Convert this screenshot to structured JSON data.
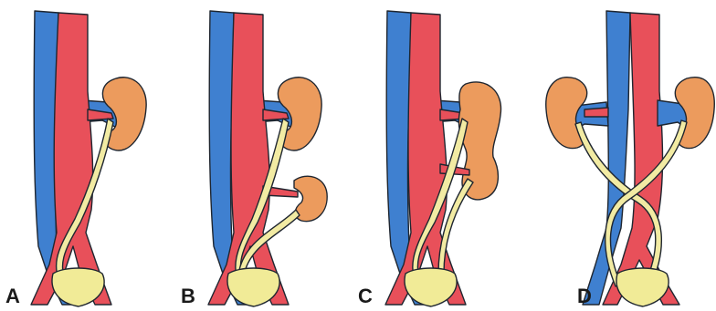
{
  "figure": {
    "panels": [
      {
        "label": "A"
      },
      {
        "label": "B"
      },
      {
        "label": "C"
      },
      {
        "label": "D"
      }
    ]
  },
  "colors": {
    "vein": "#3f80d0",
    "artery": "#e8505a",
    "kidney": "#ec9b5d",
    "ureter": "#f2eba3",
    "bladder": "#f1eb97",
    "outline": "#1f2630"
  }
}
